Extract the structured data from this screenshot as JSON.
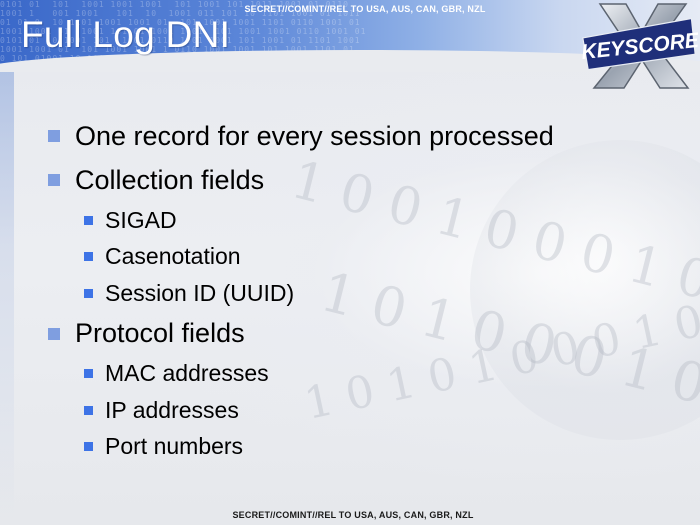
{
  "classification": {
    "top": "SECRET//COMINT//REL TO USA, AUS, CAN, GBR, NZL",
    "bottom": "SECRET//COMINT//REL TO USA, AUS, CAN, GBR, NZL"
  },
  "title": "Full Log DNI",
  "logo": {
    "text": "KEYSCORE",
    "icon": "keyscore-x-logo"
  },
  "bullets": [
    {
      "text": "One record for every session processed",
      "children": []
    },
    {
      "text": "Collection fields",
      "children": [
        "SIGAD",
        "Casenotation",
        "Session ID (UUID)"
      ]
    },
    {
      "text": "Protocol fields",
      "children": [
        "MAC addresses",
        "IP addresses",
        "Port numbers"
      ]
    }
  ],
  "colors": {
    "header": "#3a68c9",
    "bullet_level1": "#7f9ee0",
    "bullet_level2": "#3d73e6"
  }
}
